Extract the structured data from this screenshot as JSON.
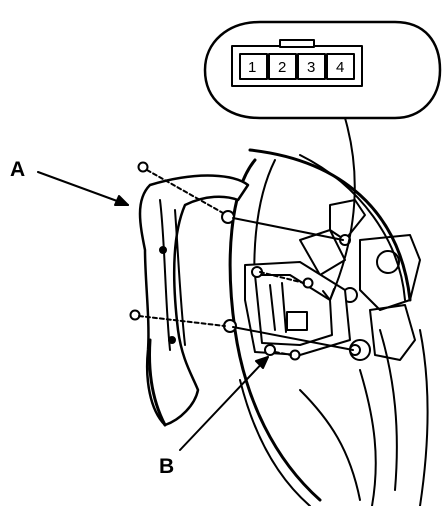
{
  "callouts": {
    "a": "A",
    "b": "B"
  },
  "connector": {
    "pins": [
      "1",
      "2",
      "3",
      "4"
    ]
  },
  "colors": {
    "ink": "#000000",
    "paper": "#ffffff",
    "shade": "#bfbfbf"
  }
}
